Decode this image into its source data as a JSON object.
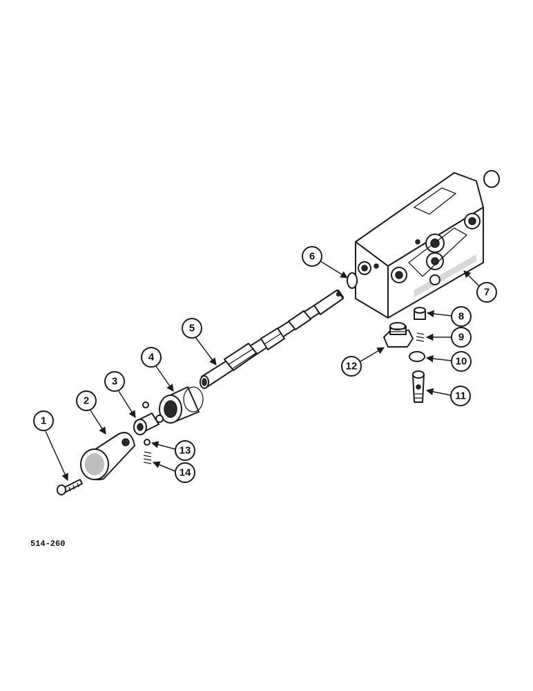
{
  "diagram": {
    "reference_code": "514-260",
    "callouts": [
      {
        "id": "callout-1",
        "label": "1"
      },
      {
        "id": "callout-2",
        "label": "2"
      },
      {
        "id": "callout-3",
        "label": "3"
      },
      {
        "id": "callout-4",
        "label": "4"
      },
      {
        "id": "callout-5",
        "label": "5"
      },
      {
        "id": "callout-6",
        "label": "6"
      },
      {
        "id": "callout-7",
        "label": "7"
      },
      {
        "id": "callout-8",
        "label": "8"
      },
      {
        "id": "callout-9",
        "label": "9"
      },
      {
        "id": "callout-10",
        "label": "10"
      },
      {
        "id": "callout-11",
        "label": "11"
      },
      {
        "id": "callout-12",
        "label": "12"
      },
      {
        "id": "callout-13",
        "label": "13"
      },
      {
        "id": "callout-14",
        "label": "14"
      }
    ]
  }
}
